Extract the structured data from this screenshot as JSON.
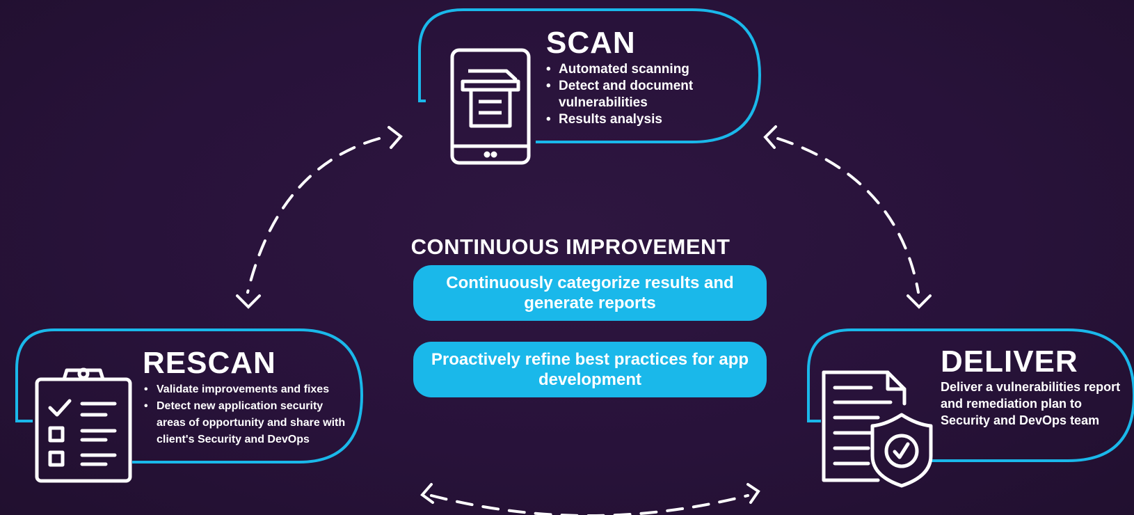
{
  "center": {
    "title": "CONTINUOUS IMPROVEMENT",
    "items": [
      "Continuously categorize results and generate reports",
      "Proactively refine best practices for app development"
    ]
  },
  "stages": {
    "scan": {
      "title": "SCAN",
      "bullets": [
        "Automated scanning",
        "Detect and document vulnerabilities",
        "Results analysis"
      ],
      "icon": "tablet-document-icon"
    },
    "rescan": {
      "title": "RESCAN",
      "bullets": [
        "Validate improvements and fixes",
        "Detect new application security areas of opportunity and share with client's Security and DevOps"
      ],
      "icon": "clipboard-checklist-icon"
    },
    "deliver": {
      "title": "DELIVER",
      "description": "Deliver a vulnerabilities report and remediation plan to Security and DevOps team",
      "icon": "document-shield-icon"
    }
  },
  "colors": {
    "background": "#2a1438",
    "accent": "#1ab8ea",
    "text": "#ffffff"
  }
}
